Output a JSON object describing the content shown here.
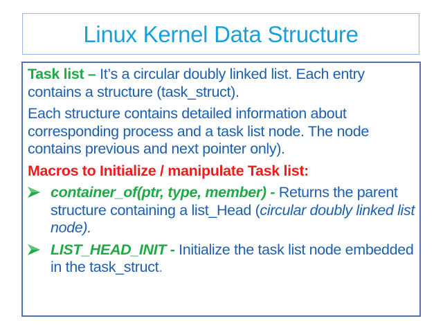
{
  "slide": {
    "title": "Linux Kernel Data Structure",
    "colors": {
      "title": "#1aa0d8",
      "body_text": "#1d5fae",
      "green_emphasis": "#1faa45",
      "red_heading": "#ee1c1c",
      "title_border": "#9db4dc",
      "content_border": "#4f73b3"
    },
    "paragraphs": {
      "task_list": {
        "term": "Task list –",
        "text": " It’s a circular doubly linked list. Each entry contains a structure (task_struct)."
      },
      "structure_info": {
        "text": "Each structure contains  detailed information about corresponding process and  a task list node. The node contains previous and next pointer only)."
      },
      "macros_heading": {
        "text": "Macros to Initialize / manipulate Task list:"
      }
    },
    "bullets": [
      {
        "icon": "arrowhead-bullet-icon",
        "term": "container_of(ptr, type, member) -",
        "text": "  Returns the parent structure containing a list_Head (",
        "italic_text": "circular doubly linked list node).",
        "trailing": ""
      },
      {
        "icon": "arrowhead-bullet-icon",
        "term": "LIST_HEAD_INIT -",
        "text": " Initialize the task list node embedded in the task_struct",
        "italic_text": "",
        "trailing": "."
      }
    ]
  }
}
